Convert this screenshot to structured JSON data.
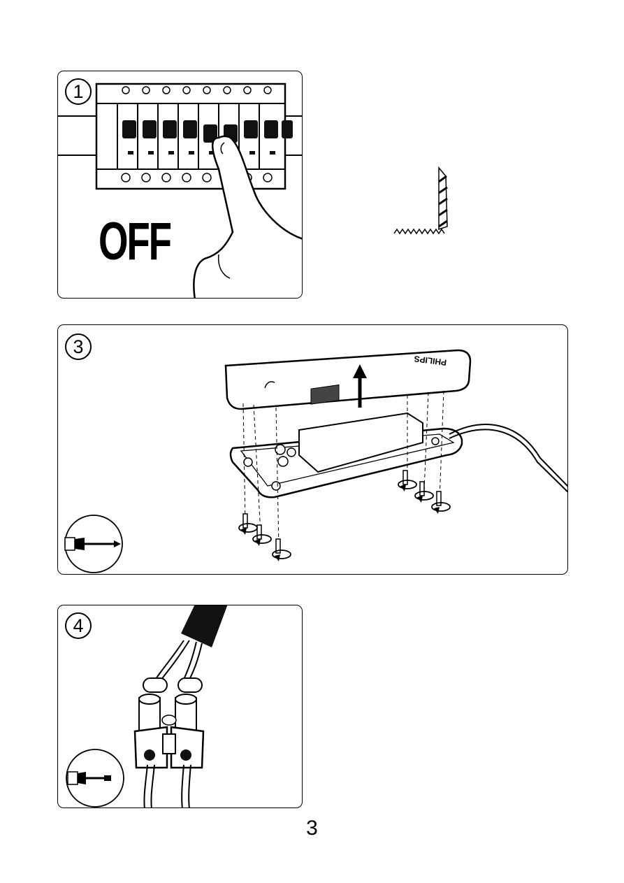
{
  "steps": {
    "step1": {
      "number": "1",
      "label": "OFF"
    },
    "step3": {
      "number": "3",
      "brand": "PHILIPS"
    },
    "step4": {
      "number": "4"
    }
  },
  "icons": {
    "earth": "earth-ground-icon",
    "screwdriver": "screwdriver-icon"
  },
  "page_number": "3"
}
